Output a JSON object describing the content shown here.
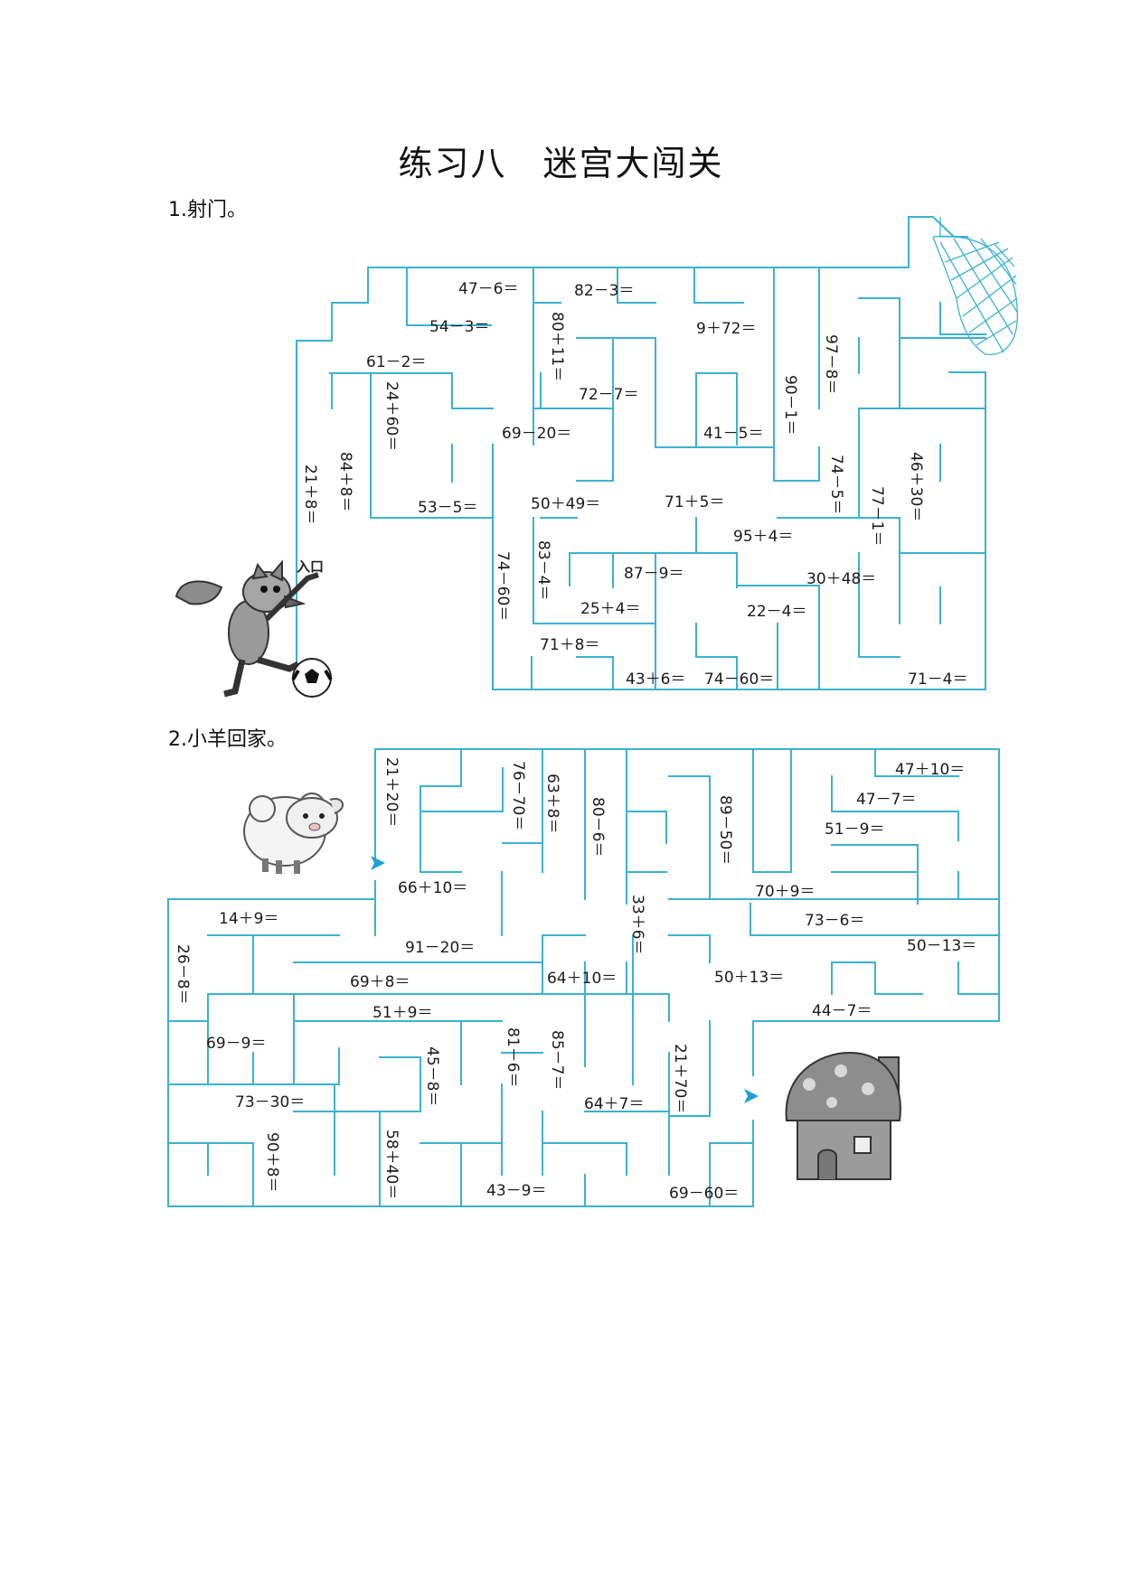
{
  "title": "练习八　迷宫大闯关",
  "section1": {
    "label": "1.射门。",
    "entrance_label": "入口",
    "equations": {
      "e1": "47－6＝",
      "e2": "82－3＝",
      "e3": "54－3＝",
      "e4": "80＋11＝",
      "e5": "9＋72＝",
      "e6": "97－8＝",
      "e7": "61－2＝",
      "e8": "24＋60＝",
      "e9": "72－7＝",
      "e10": "90－1＝",
      "e11": "69－20＝",
      "e12": "41－5＝",
      "e13": "21＋8＝",
      "e14": "84＋8＝",
      "e15": "74－5＝",
      "e16": "46＋30＝",
      "e17": "53－5＝",
      "e18": "50＋49＝",
      "e19": "71＋5＝",
      "e20": "77－1＝",
      "e21": "95＋4＝",
      "e22": "74－60＝",
      "e23": "83－4＝",
      "e24": "87－9＝",
      "e25": "30＋48＝",
      "e26": "25＋4＝",
      "e27": "22－4＝",
      "e28": "71＋8＝",
      "e29": "43＋6＝",
      "e30": "74－60＝",
      "e31": "71－4＝"
    }
  },
  "section2": {
    "label": "2.小羊回家。",
    "equations": {
      "f1": "21＋20＝",
      "f2": "76－70＝",
      "f3": "63＋8＝",
      "f4": "80－6＝",
      "f5": "89－50＝",
      "f6": "47＋10＝",
      "f7": "47－7＝",
      "f8": "51－9＝",
      "f9": "66＋10＝",
      "f10": "70＋9＝",
      "f11": "14＋9＝",
      "f12": "33＋6＝",
      "f13": "73－6＝",
      "f14": "91－20＝",
      "f15": "50－13＝",
      "f16": "26－8＝",
      "f17": "69＋8＝",
      "f18": "64＋10＝",
      "f19": "50＋13＝",
      "f20": "44－7＝",
      "f21": "51＋9＝",
      "f22": "69－9＝",
      "f23": "81－6＝",
      "f24": "85－7＝",
      "f25": "45－8＝",
      "f26": "21＋70＝",
      "f27": "73－30＝",
      "f28": "64＋7＝",
      "f29": "90＋8＝",
      "f30": "58＋40＝",
      "f31": "43－9＝",
      "f32": "69－60＝"
    }
  }
}
